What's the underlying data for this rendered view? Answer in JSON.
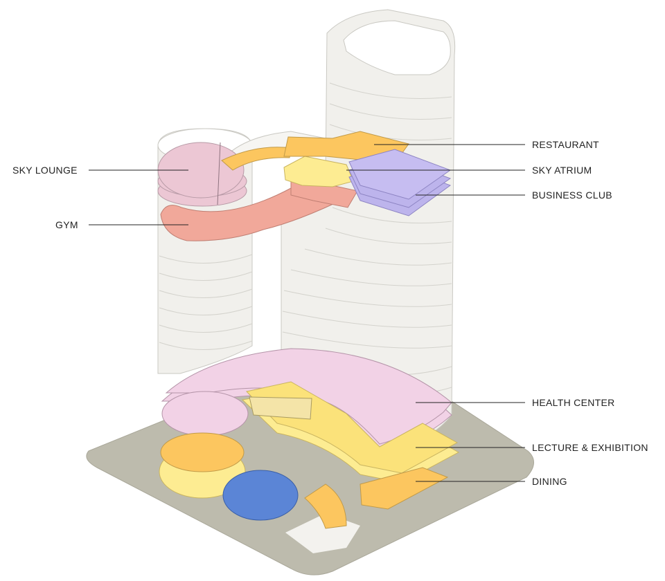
{
  "labels": {
    "restaurant": "RESTAURANT",
    "sky_atrium": "SKY ATRIUM",
    "business_club": "BUSINESS CLUB",
    "sky_lounge": "SKY LOUNGE",
    "gym": "GYM",
    "health_center": "HEALTH CENTER",
    "lecture_exhibition": "LECTURE & EXHIBITION",
    "dining": "DINING"
  },
  "colors": {
    "ground": "#bdbbad",
    "tower": "#f1f0ec",
    "tower_line": "#d3d2cc",
    "pink": "#ecc7d4",
    "light_pink": "#f2d2e6",
    "salmon": "#f1a89a",
    "yellow": "#fbe27a",
    "light_yellow": "#fdec92",
    "orange": "#fcc65f",
    "lavender": "#bdb4ec",
    "blue": "#5b85d6"
  }
}
